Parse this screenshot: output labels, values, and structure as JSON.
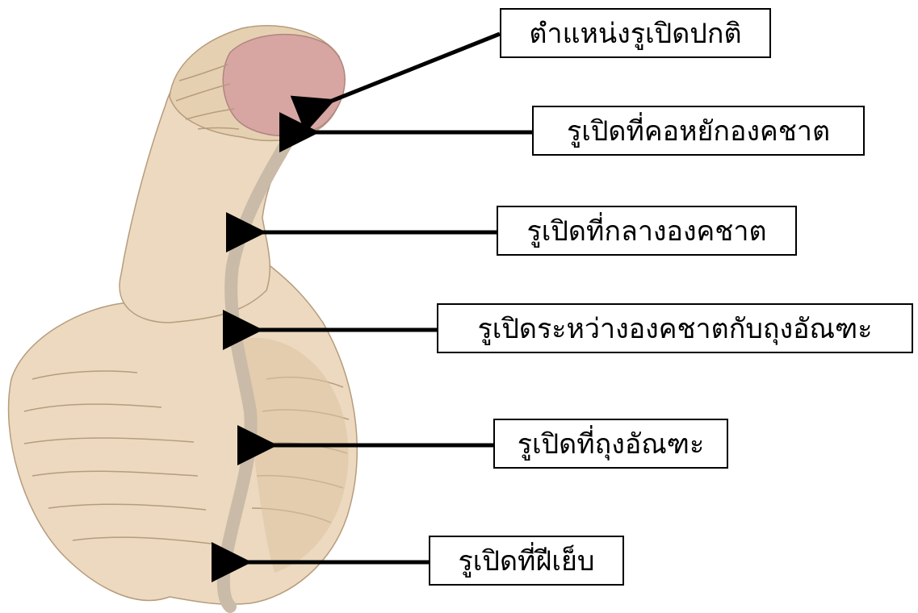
{
  "diagram": {
    "labels": [
      {
        "id": "normal",
        "text": "ตำแหน่งรูเปิดปกติ"
      },
      {
        "id": "coronal",
        "text": "รูเปิดที่คอหยักองคชาต"
      },
      {
        "id": "midshaft",
        "text": "รูเปิดที่กลางองคชาต"
      },
      {
        "id": "penoscrotal",
        "text": "รูเปิดระหว่างองคชาตกับถุงอัณฑะ"
      },
      {
        "id": "scrotal",
        "text": "รูเปิดที่ถุงอัณฑะ"
      },
      {
        "id": "perineal",
        "text": "รูเปิดที่ฝีเย็บ"
      }
    ],
    "colors": {
      "skin": "#ecd9bf",
      "skin_shadow": "#dcc3a0",
      "fold_lines": "#b69c7c",
      "glans": "#d7a6a2",
      "raphe": "#c9bba8",
      "opening": "#4d4137",
      "arrow": "#000000"
    }
  }
}
